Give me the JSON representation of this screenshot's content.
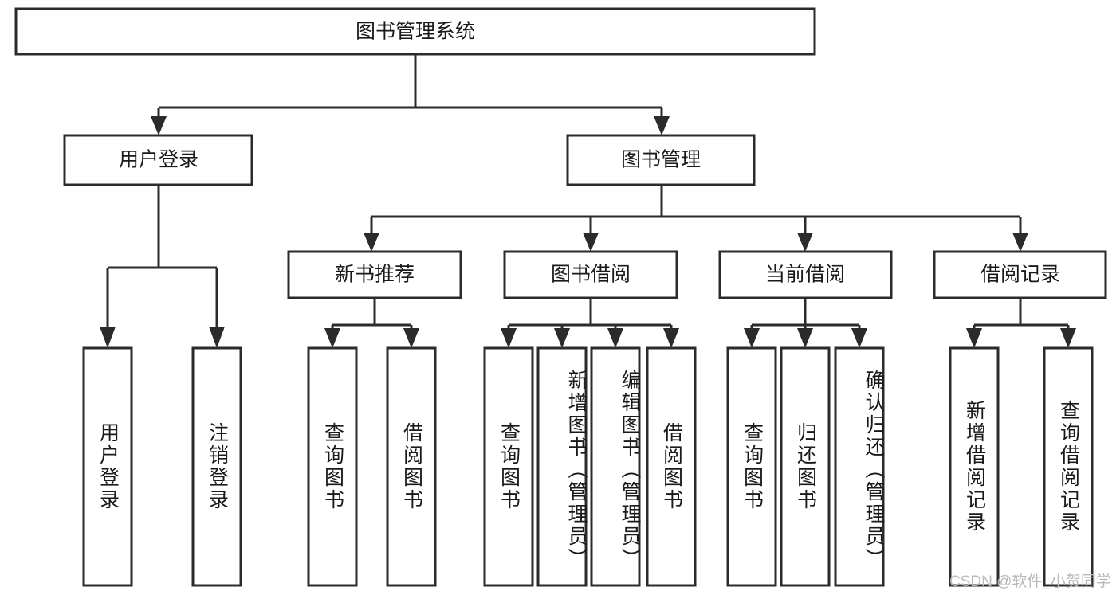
{
  "diagram": {
    "title_node": {
      "id": "root",
      "label": "图书管理系统"
    },
    "level2": [
      {
        "id": "user-login",
        "label": "用户登录"
      },
      {
        "id": "book-management",
        "label": "图书管理"
      }
    ],
    "level3": [
      {
        "id": "new-book-recommend",
        "label": "新书推荐"
      },
      {
        "id": "book-borrow",
        "label": "图书借阅"
      },
      {
        "id": "current-borrow",
        "label": "当前借阅"
      },
      {
        "id": "borrow-record",
        "label": "借阅记录"
      }
    ],
    "leaves": [
      {
        "id": "leaf-user-login",
        "label": "用户登录",
        "parent": "user-login"
      },
      {
        "id": "leaf-logout-login",
        "label": "注销登录",
        "parent": "user-login"
      },
      {
        "id": "leaf-query-book-1",
        "label": "查询图书",
        "parent": "new-book-recommend"
      },
      {
        "id": "leaf-borrow-book-1",
        "label": "借阅图书",
        "parent": "new-book-recommend"
      },
      {
        "id": "leaf-query-book-2",
        "label": "查询图书",
        "parent": "book-borrow"
      },
      {
        "id": "leaf-add-book",
        "label": "新增图书（管理员）",
        "parent": "book-borrow"
      },
      {
        "id": "leaf-edit-book",
        "label": "编辑图书（管理员）",
        "parent": "book-borrow"
      },
      {
        "id": "leaf-borrow-book-2",
        "label": "借阅图书",
        "parent": "book-borrow"
      },
      {
        "id": "leaf-query-book-3",
        "label": "查询图书",
        "parent": "current-borrow"
      },
      {
        "id": "leaf-return-book",
        "label": "归还图书",
        "parent": "current-borrow"
      },
      {
        "id": "leaf-confirm-return",
        "label": "确认归还（管理员）",
        "parent": "current-borrow"
      },
      {
        "id": "leaf-add-record",
        "label": "新增借阅记录",
        "parent": "borrow-record"
      },
      {
        "id": "leaf-query-record",
        "label": "查询借阅记录",
        "parent": "borrow-record"
      }
    ],
    "colors": {
      "stroke": "#2b2b2b",
      "box_fill": "#ffffff",
      "text": "#1a1a1a",
      "background": "#ffffff",
      "watermark": "#b9b9b9"
    }
  },
  "watermark": {
    "text": "CSDN @软件_小贺同学"
  }
}
